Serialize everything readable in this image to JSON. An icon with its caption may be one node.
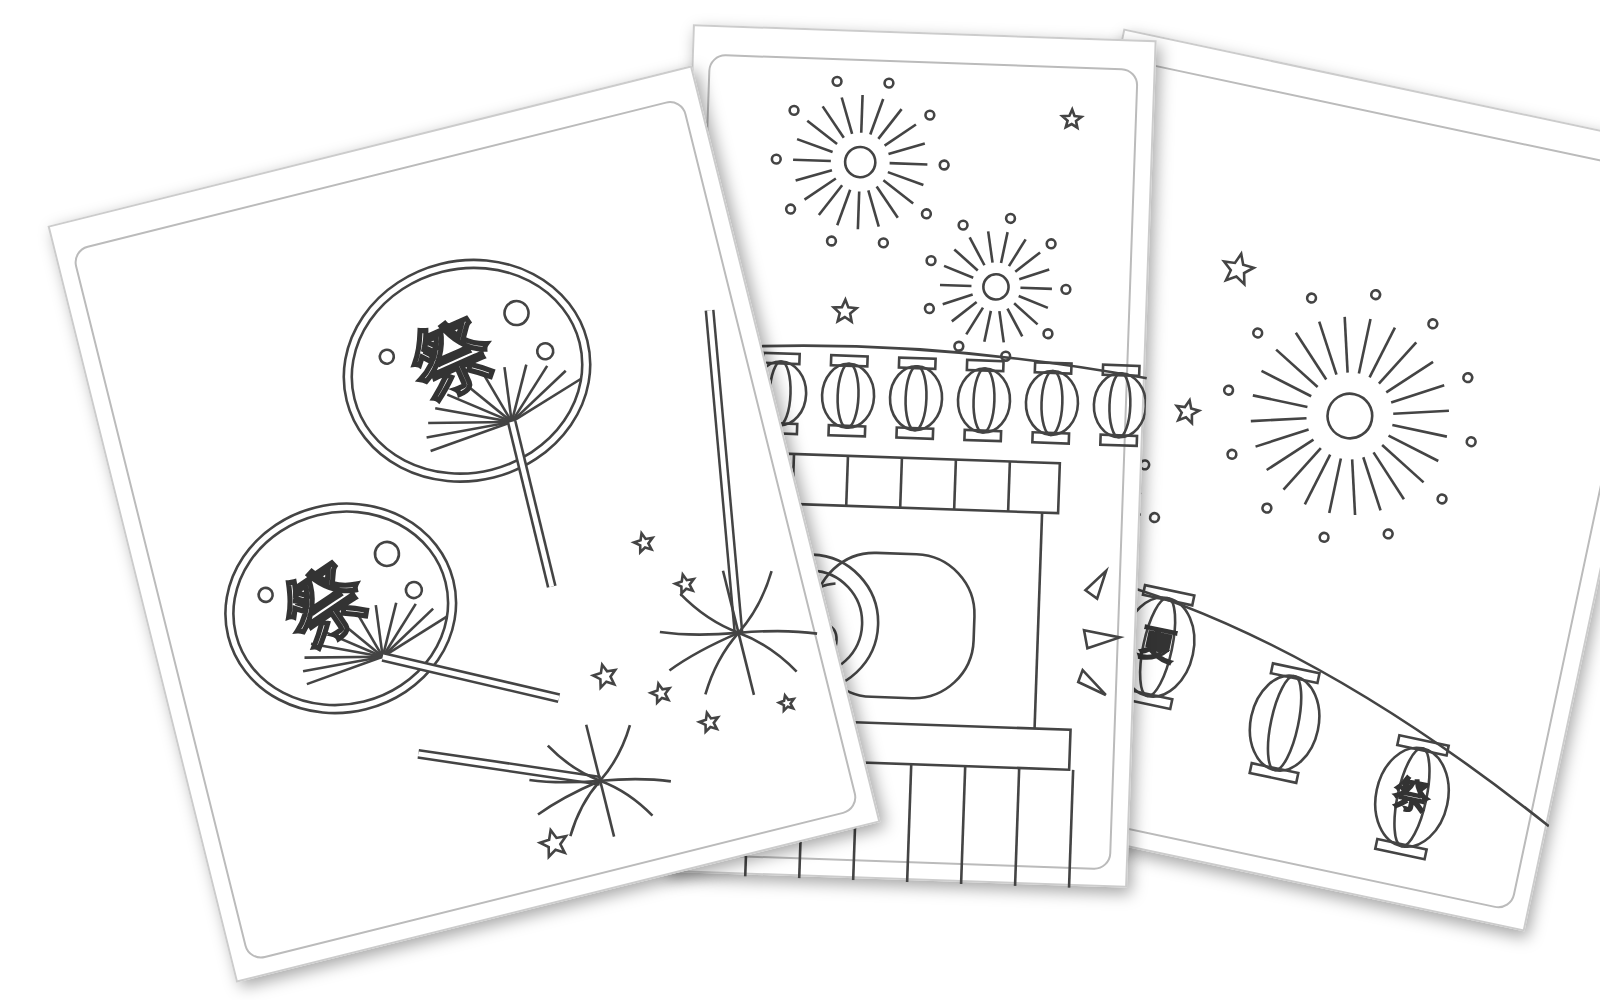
{
  "diagram": {
    "labels": [
      "祭",
      "祭",
      "夏",
      "祭"
    ]
  }
}
